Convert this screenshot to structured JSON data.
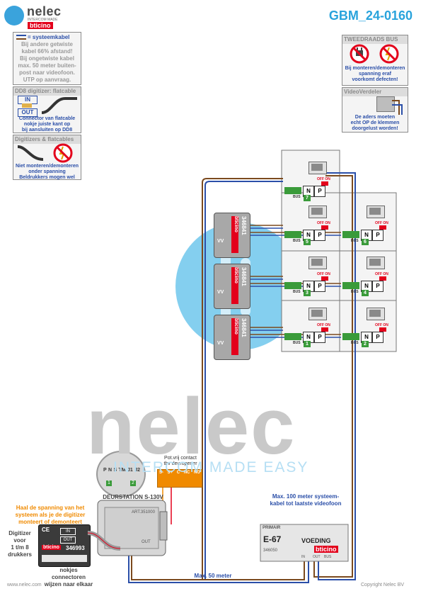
{
  "header": {
    "brand": "nelec",
    "brand_tagline": "INTERCOM MADE EASY",
    "partner": "bticino",
    "doc_id": "GBM_24-0160"
  },
  "notes": {
    "systemcable": {
      "legend": "= systeemkabel",
      "lines": [
        "Bij andere getwiste",
        "kabel 66% afstand!",
        "Bij ongetwiste kabel",
        "max. 50 meter buiten-",
        "post naar videofoon.",
        "UTP op aanvraag."
      ]
    },
    "dd8": {
      "title": "DD8 digitizer: flatcable",
      "in_label": "IN",
      "out_label": "OUT",
      "lines": [
        "Connector van flatcable",
        "nokje juiste kant op",
        "bij aansluiten op DD8"
      ]
    },
    "flatcables": {
      "title": "Digitizers & flatcables",
      "lines": [
        "Niet monteren/demonteren",
        "onder spanning",
        "Beldrukkers mogen wel"
      ]
    },
    "twowire": {
      "title": "TWEEDRAADS BUS",
      "lines": [
        "Bij monteren/demonteren",
        "spanning eraf",
        "voorkomt defecten!"
      ]
    },
    "videosplitter": {
      "title": "VideoVerdeler",
      "lines": [
        "De aders moeten",
        "echt OP de klemmen",
        "doorgelust worden!"
      ]
    }
  },
  "watermark": {
    "main": "nelec",
    "sub": "INTERCOM MADE EASY"
  },
  "splitters": [
    {
      "model": "346841",
      "brand": "bticino",
      "suffix": "VV"
    },
    {
      "model": "346841",
      "brand": "bticino",
      "suffix": "VV"
    },
    {
      "model": "346841",
      "brand": "bticino",
      "suffix": "VV"
    }
  ],
  "videophones": [
    {
      "number": "7",
      "n_label": "N",
      "p_label": "P",
      "bus_label": "BUS",
      "switch_off": "OFF",
      "switch_on": "ON"
    },
    {
      "number": "5",
      "n_label": "N",
      "p_label": "P",
      "bus_label": "BUS",
      "switch_off": "OFF",
      "switch_on": "ON"
    },
    {
      "number": "6",
      "n_label": "N",
      "p_label": "P",
      "bus_label": "BUS",
      "switch_off": "OFF",
      "switch_on": "ON"
    },
    {
      "number": "3",
      "n_label": "N",
      "p_label": "P",
      "bus_label": "BUS",
      "switch_off": "OFF",
      "switch_on": "ON"
    },
    {
      "number": "4",
      "n_label": "N",
      "p_label": "P",
      "bus_label": "BUS",
      "switch_off": "OFF",
      "switch_on": "ON"
    },
    {
      "number": "1",
      "n_label": "N",
      "p_label": "P",
      "bus_label": "BUS",
      "switch_off": "OFF",
      "switch_on": "ON"
    },
    {
      "number": "2",
      "n_label": "N",
      "p_label": "P",
      "bus_label": "BUS",
      "switch_off": "OFF",
      "switch_on": "ON"
    }
  ],
  "door_station": {
    "title": "DEURSTATION S-130V",
    "terminals": [
      "P",
      "N",
      "S",
      "TM",
      "J1",
      "J2"
    ],
    "terminal_numbers": [
      "1",
      "2"
    ],
    "module_code": "ART.351000",
    "out_label": "OUT"
  },
  "contact": {
    "title_1": "Pot.vrij contact",
    "title_2": "tbv deuropener",
    "terminals": [
      "S-",
      "S+",
      "C",
      "NC",
      "NO"
    ]
  },
  "digitizer": {
    "warning": [
      "Haal de spanning van het",
      "systeem als je de digitizer",
      "monteert of demonteert"
    ],
    "label": [
      "Digitizer",
      "voor",
      "1 t/m 8",
      "drukkers"
    ],
    "in_label": "IN",
    "out_label": "OUT",
    "brand": "bticino",
    "model": "346993",
    "note": [
      "nokjes connectoren",
      "wijzen naar elkaar"
    ]
  },
  "power_supply": {
    "name": "E-67",
    "label": "VOEDING",
    "brand": "bticino",
    "code": "346050",
    "primary": "PRIMAIR",
    "out_label": "OUT",
    "in_label": "IN",
    "bus_label": "BUS"
  },
  "cable_labels": {
    "max100": [
      "Max. 100 meter systeem-",
      "kabel tot laatste videofoon"
    ],
    "max50": "Max. 50 meter"
  },
  "footer": {
    "website": "www.nelec.com",
    "copyright": "Copyright Nelec BV"
  },
  "colors": {
    "accent": "#29a3dc",
    "cable_brown": "#7b4a1e",
    "cable_blue": "#2b4fa8",
    "cable_orange": "#f08a00",
    "bticino_red": "#e3001b"
  }
}
